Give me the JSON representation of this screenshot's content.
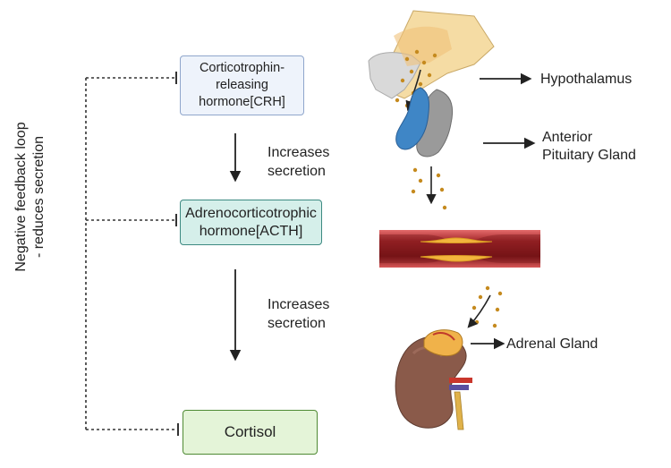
{
  "boxes": {
    "crh": "Corticotrophin-releasing hormone[CRH]",
    "acth": "Adrenocorticotrophic hormone[ACTH]",
    "cortisol": "Cortisol"
  },
  "arrows": {
    "increases_1": "Increases secretion",
    "increases_2": "Increases secretion"
  },
  "feedback": {
    "line1": "Negative feedback loop",
    "line2": "- reduces secretion"
  },
  "organs": {
    "hypothalamus": "Hypothalamus",
    "pituitary_line1": "Anterior",
    "pituitary_line2": "Pituitary Gland",
    "adrenal": "Adrenal Gland"
  }
}
